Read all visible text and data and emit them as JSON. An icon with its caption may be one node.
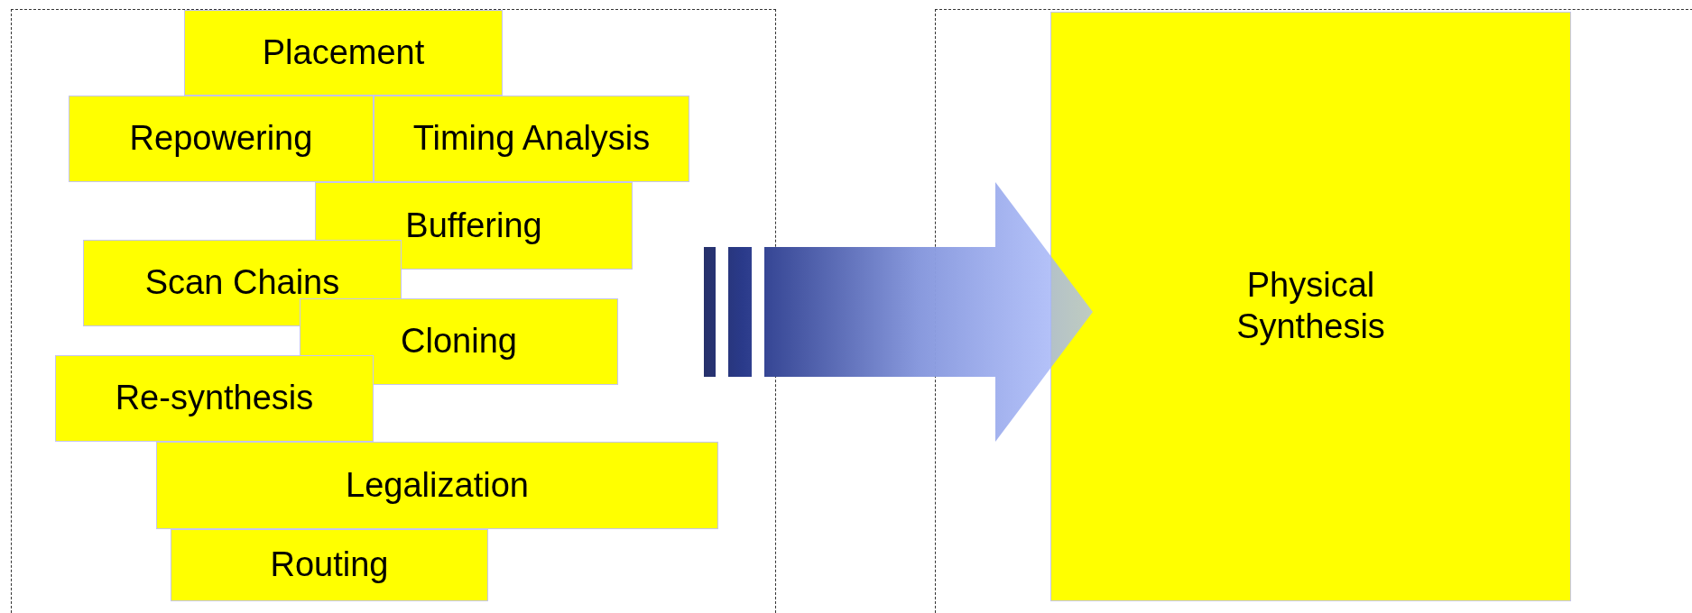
{
  "diagram": {
    "nodes": [
      {
        "text": [],
        "shape": "box"
      },
      {
        "text": [
          "Placement"
        ],
        "in": 0
      },
      {
        "text": [
          "Repowering"
        ],
        "in": 0
      },
      {
        "text": [
          "Timing Analysis"
        ],
        "in": 0
      },
      {
        "text": [
          "Buffering"
        ],
        "in": 0
      },
      {
        "text": [
          "Scan Chains"
        ],
        "in": 0
      },
      {
        "text": [
          "Cloning"
        ],
        "in": 0
      },
      {
        "text": [
          "Re-synthesis"
        ],
        "in": 0
      },
      {
        "text": [
          "Legalization"
        ],
        "in": 0
      },
      {
        "text": [
          "Routing"
        ],
        "in": 0
      },
      {
        "text": [],
        "shape": "box"
      },
      {
        "text": [
          "Physical Synthesis"
        ],
        "in": 10
      }
    ],
    "edges": [
      {
        "from": null,
        "to": 11,
        "arrow": "to",
        "style": "thick"
      }
    ]
  }
}
